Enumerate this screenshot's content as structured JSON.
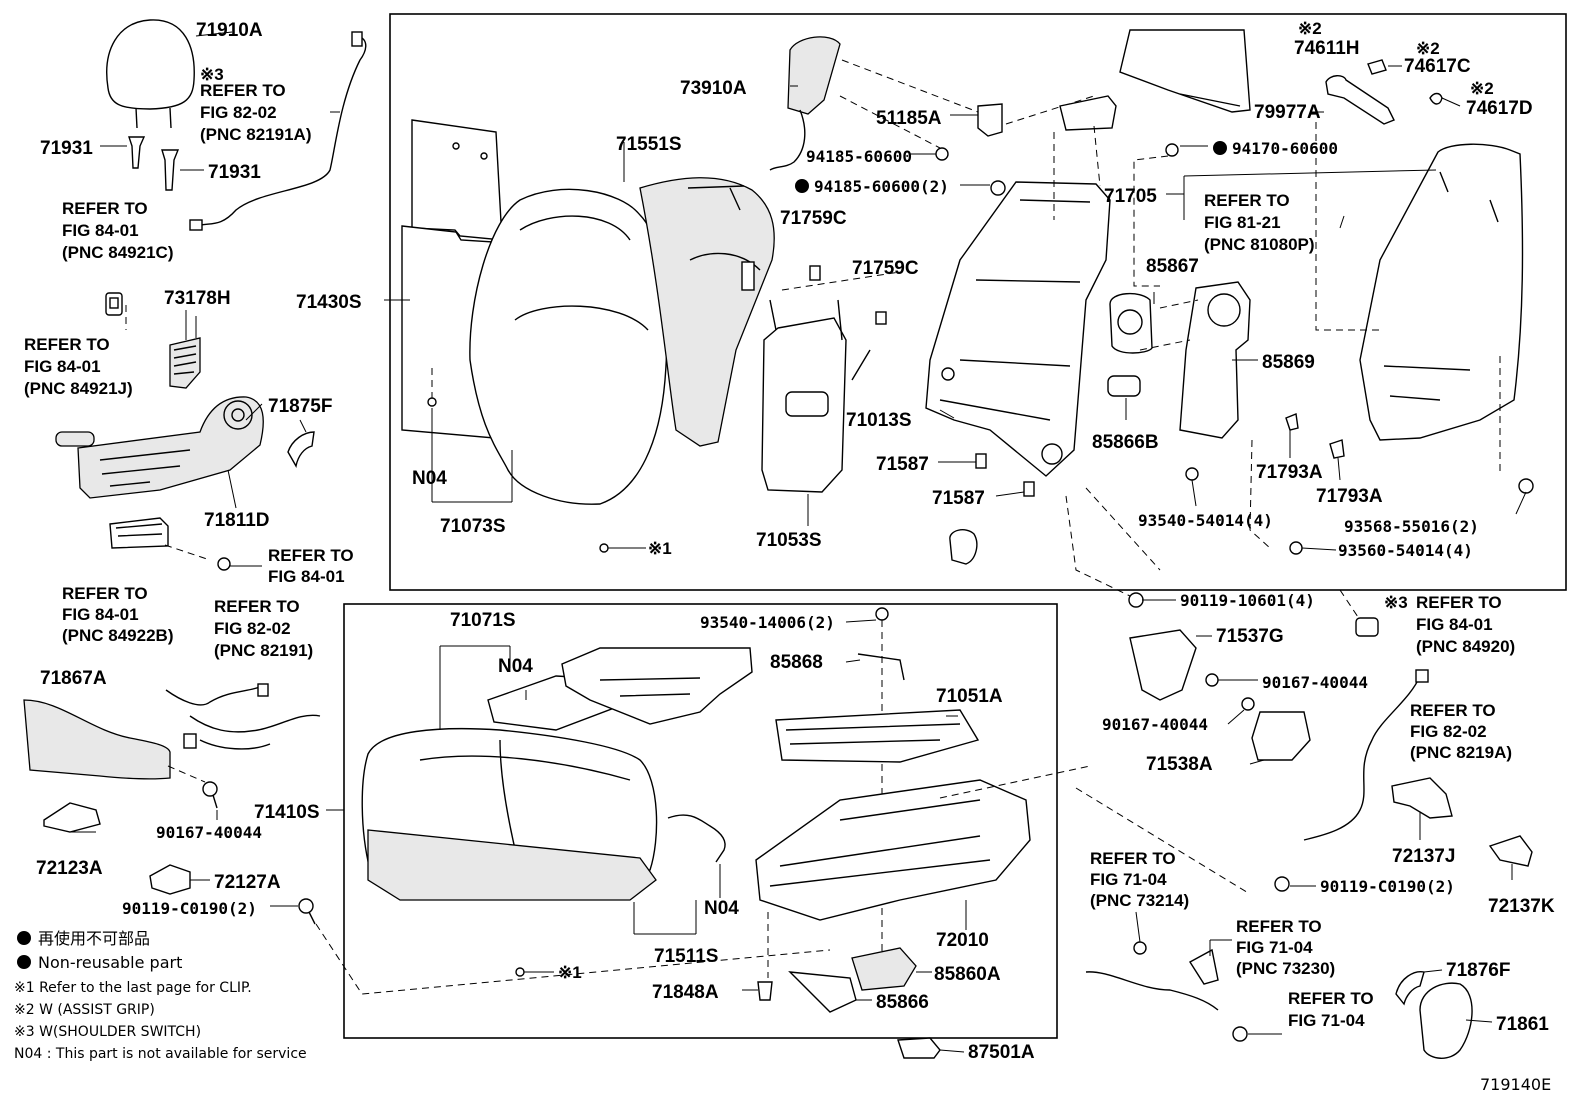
{
  "figure_code": "719140E",
  "legend": {
    "dot_jp": "再使用不可部品",
    "dot_en": "Non-reusable part",
    "note1": "※1  Refer to the last page for CLIP.",
    "note2": "※2  W (ASSIST GRIP)",
    "note3": "※3  W(SHOULDER SWITCH)",
    "n04": "N04 : This part is not available for service"
  },
  "parts": {
    "p71910A": "71910A",
    "p71931a": "71931",
    "p71931b": "71931",
    "refer_82_02_a": [
      "※3",
      "REFER TO",
      "FIG 82-02",
      "(PNC 82191A)"
    ],
    "refer_84_01_c": [
      "REFER TO",
      "FIG 84-01",
      "(PNC 84921C)"
    ],
    "p73178H": "73178H",
    "refer_84_01_j": [
      "REFER TO",
      "FIG 84-01",
      "(PNC 84921J)"
    ],
    "p71875F": "71875F",
    "p71811D": "71811D",
    "refer_84_01": [
      "REFER TO",
      "FIG 84-01"
    ],
    "refer_84_01_b": [
      "REFER TO",
      "FIG 84-01",
      "(PNC 84922B)"
    ],
    "refer_82_02_b": [
      "REFER TO",
      "FIG 82-02",
      "(PNC 82191)"
    ],
    "p71867A": "71867A",
    "p90167_40044a": "90167-40044",
    "p72123A": "72123A",
    "p72127A": "72127A",
    "p90119_C0190a": "90119-C0190(2)",
    "p71430S": "71430S",
    "p73910A": "73910A",
    "p71551S": "71551S",
    "p51185A": "51185A",
    "p94185a": "94185-60600",
    "p94185b": "94185-60600(2)",
    "p71759Ca": "71759C",
    "p71759Cb": "71759C",
    "p79977A": "79977A",
    "p94170": "94170-60600",
    "p74611H": "74611H",
    "p74617C": "74617C",
    "p74617D": "74617D",
    "mark2": "※2",
    "p71705": "71705",
    "refer_81_21": [
      "REFER TO",
      "FIG 81-21",
      "(PNC 81080P)"
    ],
    "p85867": "85867",
    "p85869": "85869",
    "p85866B": "85866B",
    "p71013S": "71013S",
    "p71587a": "71587",
    "p71587b": "71587",
    "p71793Aa": "71793A",
    "p71793Ab": "71793A",
    "p93540_54014": "93540-54014(4)",
    "p93568": "93568-55016(2)",
    "p93560": "93560-54014(4)",
    "pN04a": "N04",
    "p71073S": "71073S",
    "p71053S": "71053S",
    "mark1": "※1",
    "p71071S": "71071S",
    "pN04b": "N04",
    "p93540_14006": "93540-14006(2)",
    "p85868": "85868",
    "p71051A": "71051A",
    "p71410S": "71410S",
    "pN04c": "N04",
    "p71511S": "71511S",
    "p72010": "72010",
    "p85860A": "85860A",
    "p71848A": "71848A",
    "p85866": "85866",
    "p87501A": "87501A",
    "p90119_10601": "90119-10601(4)",
    "refer_84_01_20": [
      "※3",
      "REFER TO",
      "FIG 84-01",
      "(PNC 84920)"
    ],
    "p71537G": "71537G",
    "p90167_40044b": "90167-40044",
    "p90167_40044c": "90167-40044",
    "p71538A": "71538A",
    "refer_82_02_c": [
      "REFER TO",
      "FIG 82-02",
      "(PNC 8219A)"
    ],
    "p72137J": "72137J",
    "p72137K": "72137K",
    "p90119_C0190b": "90119-C0190(2)",
    "refer_71_04_a": [
      "REFER TO",
      "FIG 71-04",
      "(PNC 73214)"
    ],
    "refer_71_04_b": [
      "REFER TO",
      "FIG 71-04",
      "(PNC 73230)"
    ],
    "refer_71_04_c": [
      "REFER TO",
      "FIG 71-04"
    ],
    "p71876F": "71876F",
    "p71861": "71861"
  }
}
